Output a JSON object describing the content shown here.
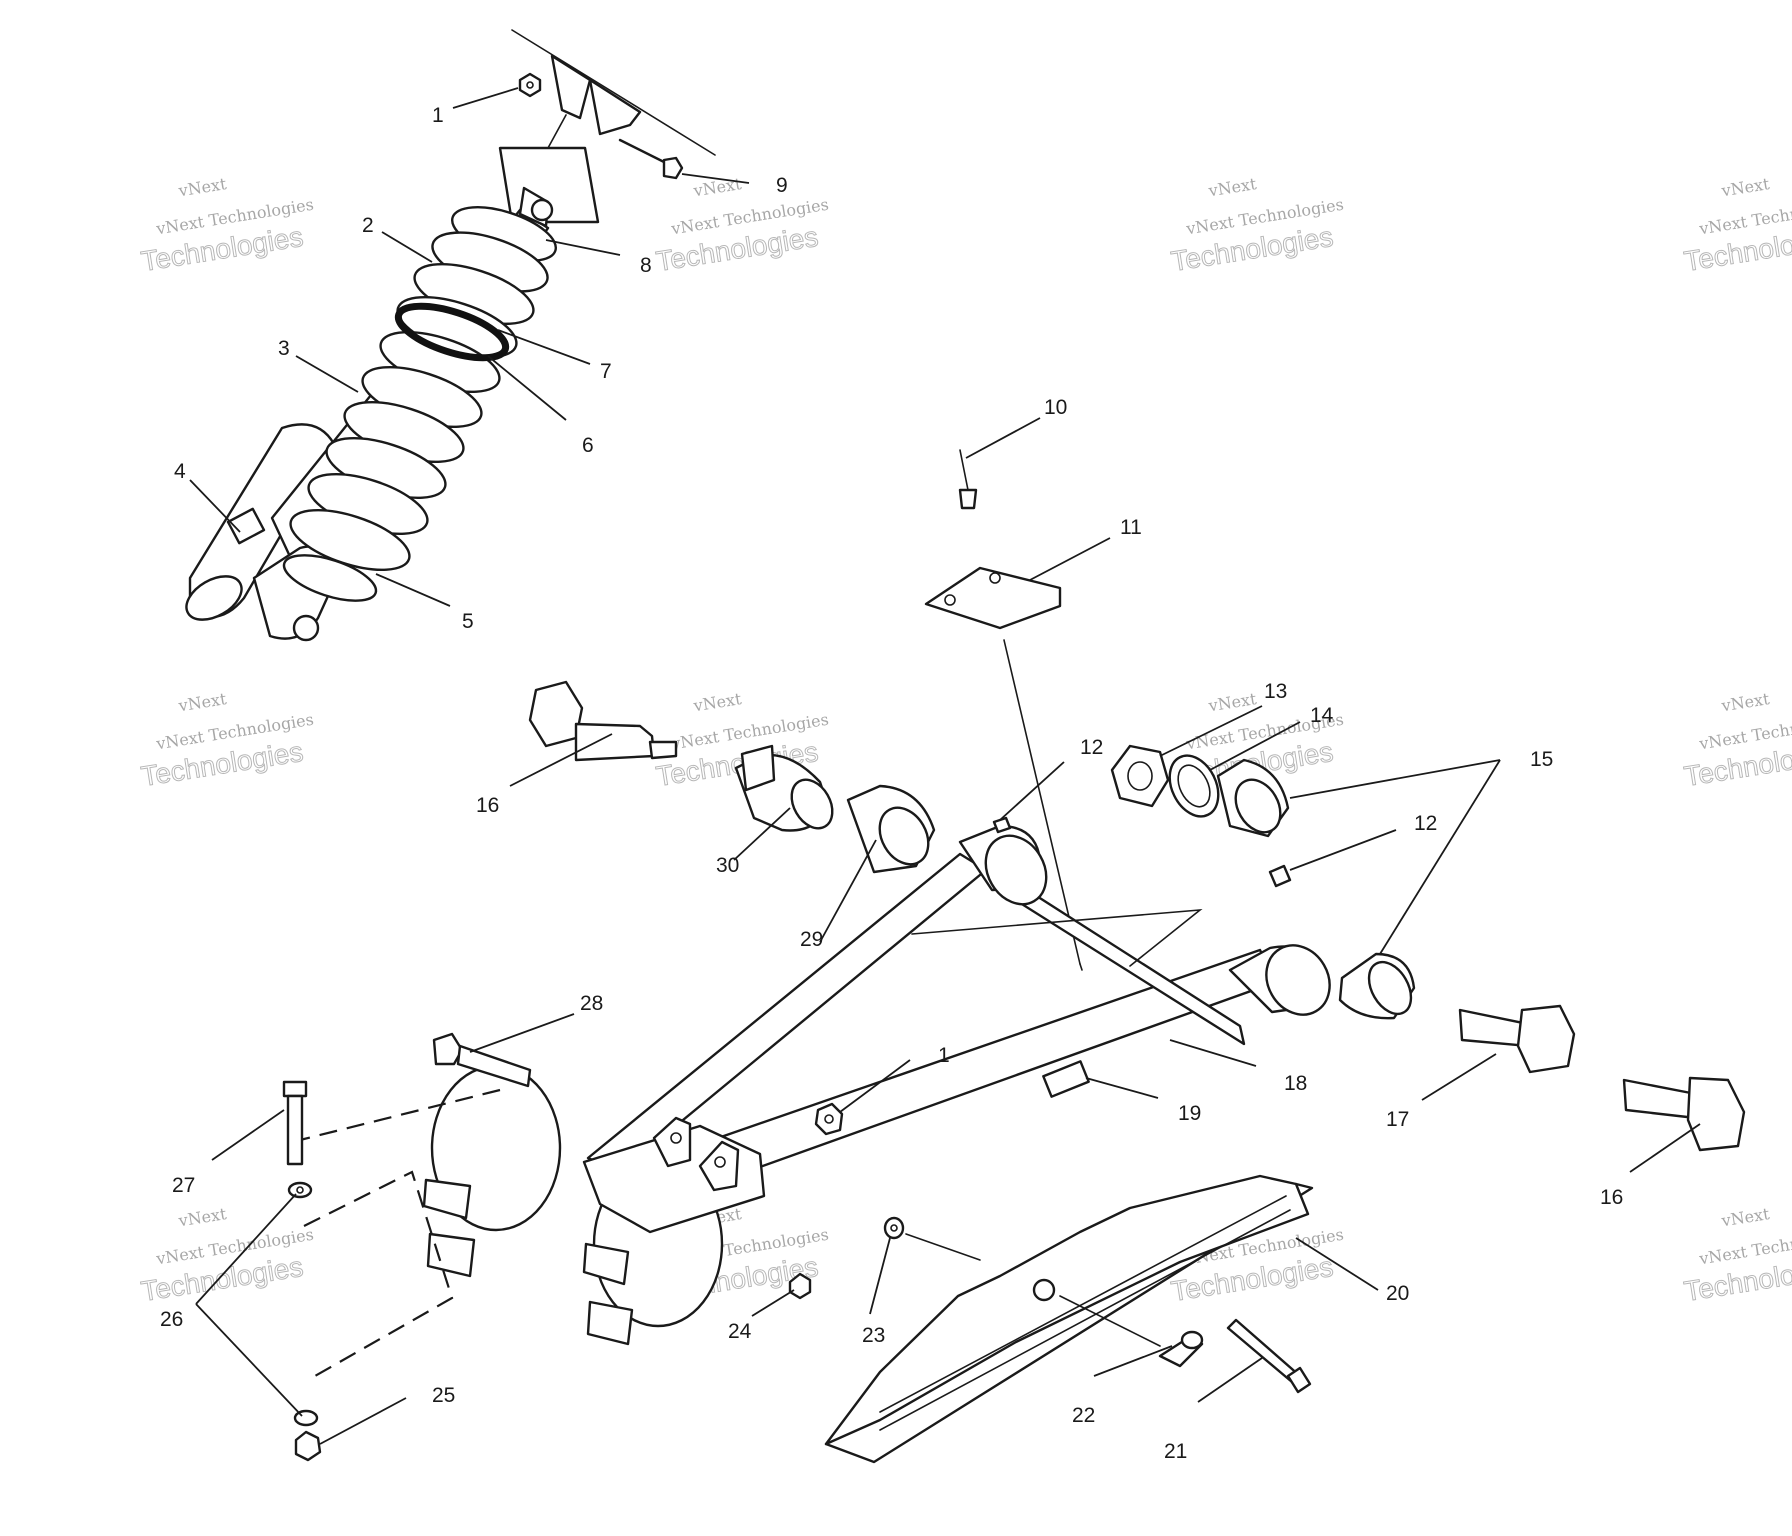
{
  "watermark": {
    "brand": "vNext",
    "line1": "vNext Technologies",
    "line2": "Technologies"
  },
  "callouts": [
    "1",
    "2",
    "3",
    "4",
    "5",
    "6",
    "7",
    "8",
    "9",
    "10",
    "11",
    "12",
    "12",
    "13",
    "14",
    "15",
    "16",
    "16",
    "17",
    "18",
    "19",
    "20",
    "21",
    "22",
    "23",
    "24",
    "25",
    "26",
    "27",
    "28",
    "29",
    "30",
    "1"
  ]
}
